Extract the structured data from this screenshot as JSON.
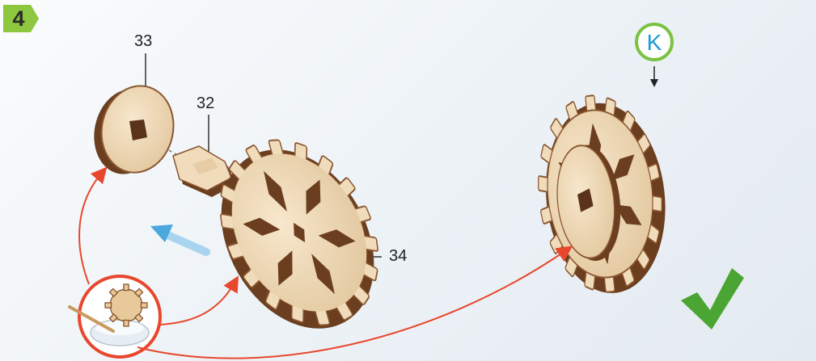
{
  "step": {
    "number": "4"
  },
  "parts": {
    "washer": "33",
    "axle_key": "32",
    "gear": "34"
  },
  "badge": {
    "letter": "K"
  },
  "icons": {
    "check": "checkmark-icon",
    "glue": "glue-bowl-icon",
    "direction": "direction-arrow-icon"
  },
  "colors": {
    "step_badge": "#8dc63f",
    "badge_ring": "#7cc242",
    "badge_letter": "#1a9bd7",
    "check": "#4aa532",
    "glue_arrows": "#e8472d",
    "direction_arrow": "#4aa8dc",
    "wood_face": "#f0dcbb",
    "wood_edge": "#7a4a25"
  }
}
